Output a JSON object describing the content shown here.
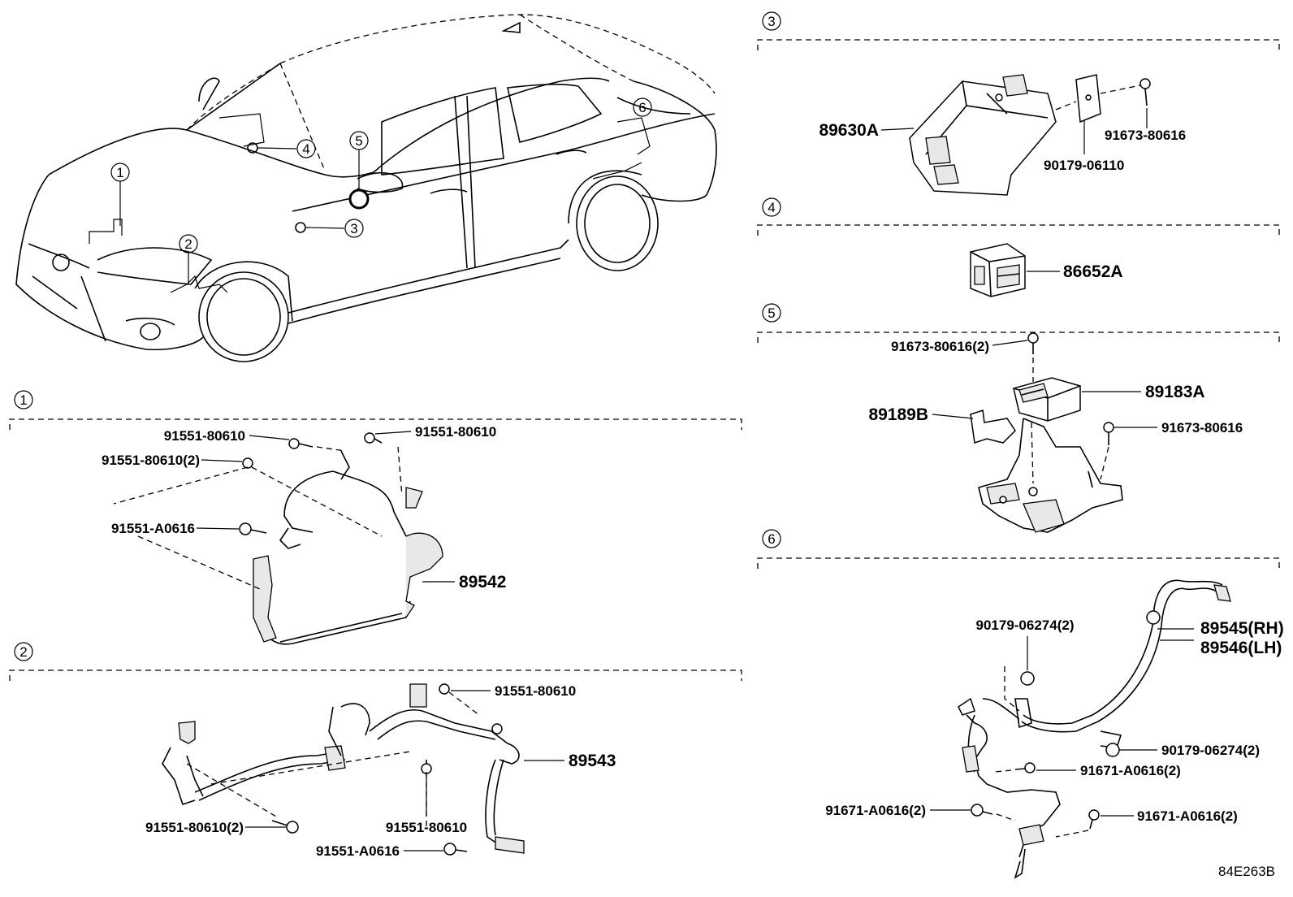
{
  "diagram_id": "84E263B",
  "callouts": [
    "1",
    "2",
    "3",
    "4",
    "5",
    "6"
  ],
  "sections": {
    "s1": {
      "number": "1",
      "labels": [
        "91551-80610",
        "91551-80610",
        "91551-80610(2)",
        "91551-A0616",
        "89542"
      ]
    },
    "s2": {
      "number": "2",
      "labels": [
        "91551-80610",
        "89543",
        "91551-80610(2)",
        "91551-80610",
        "91551-A0616"
      ]
    },
    "s3": {
      "number": "3",
      "labels": [
        "89630A",
        "91673-80616",
        "90179-06110"
      ]
    },
    "s4": {
      "number": "4",
      "labels": [
        "86652A"
      ]
    },
    "s5": {
      "number": "5",
      "labels": [
        "91673-80616(2)",
        "89183A",
        "89189B",
        "91673-80616"
      ]
    },
    "s6": {
      "number": "6",
      "labels": [
        "90179-06274(2)",
        "89545(RH)",
        "89546(LH)",
        "90179-06274(2)",
        "91671-A0616(2)",
        "91671-A0616(2)",
        "91671-A0616(2)"
      ]
    }
  }
}
